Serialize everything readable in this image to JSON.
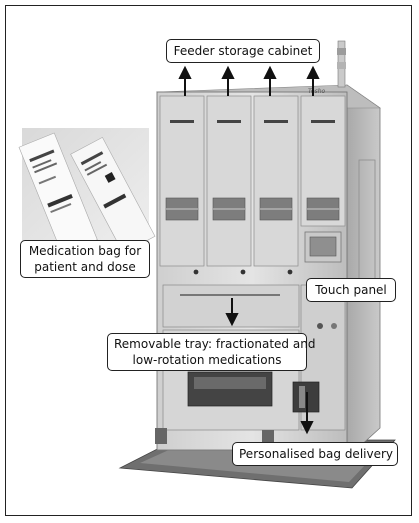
{
  "labels": {
    "feeder": "Feeder storage cabinet",
    "bag_line1": "Medication bag for",
    "bag_line2": "patient and dose",
    "touch": "Touch panel",
    "tray_line1": "Removable tray: fractionated and",
    "tray_line2": "low-rotation medications",
    "delivery": "Personalised bag delivery"
  },
  "brand_text": "Tosho"
}
